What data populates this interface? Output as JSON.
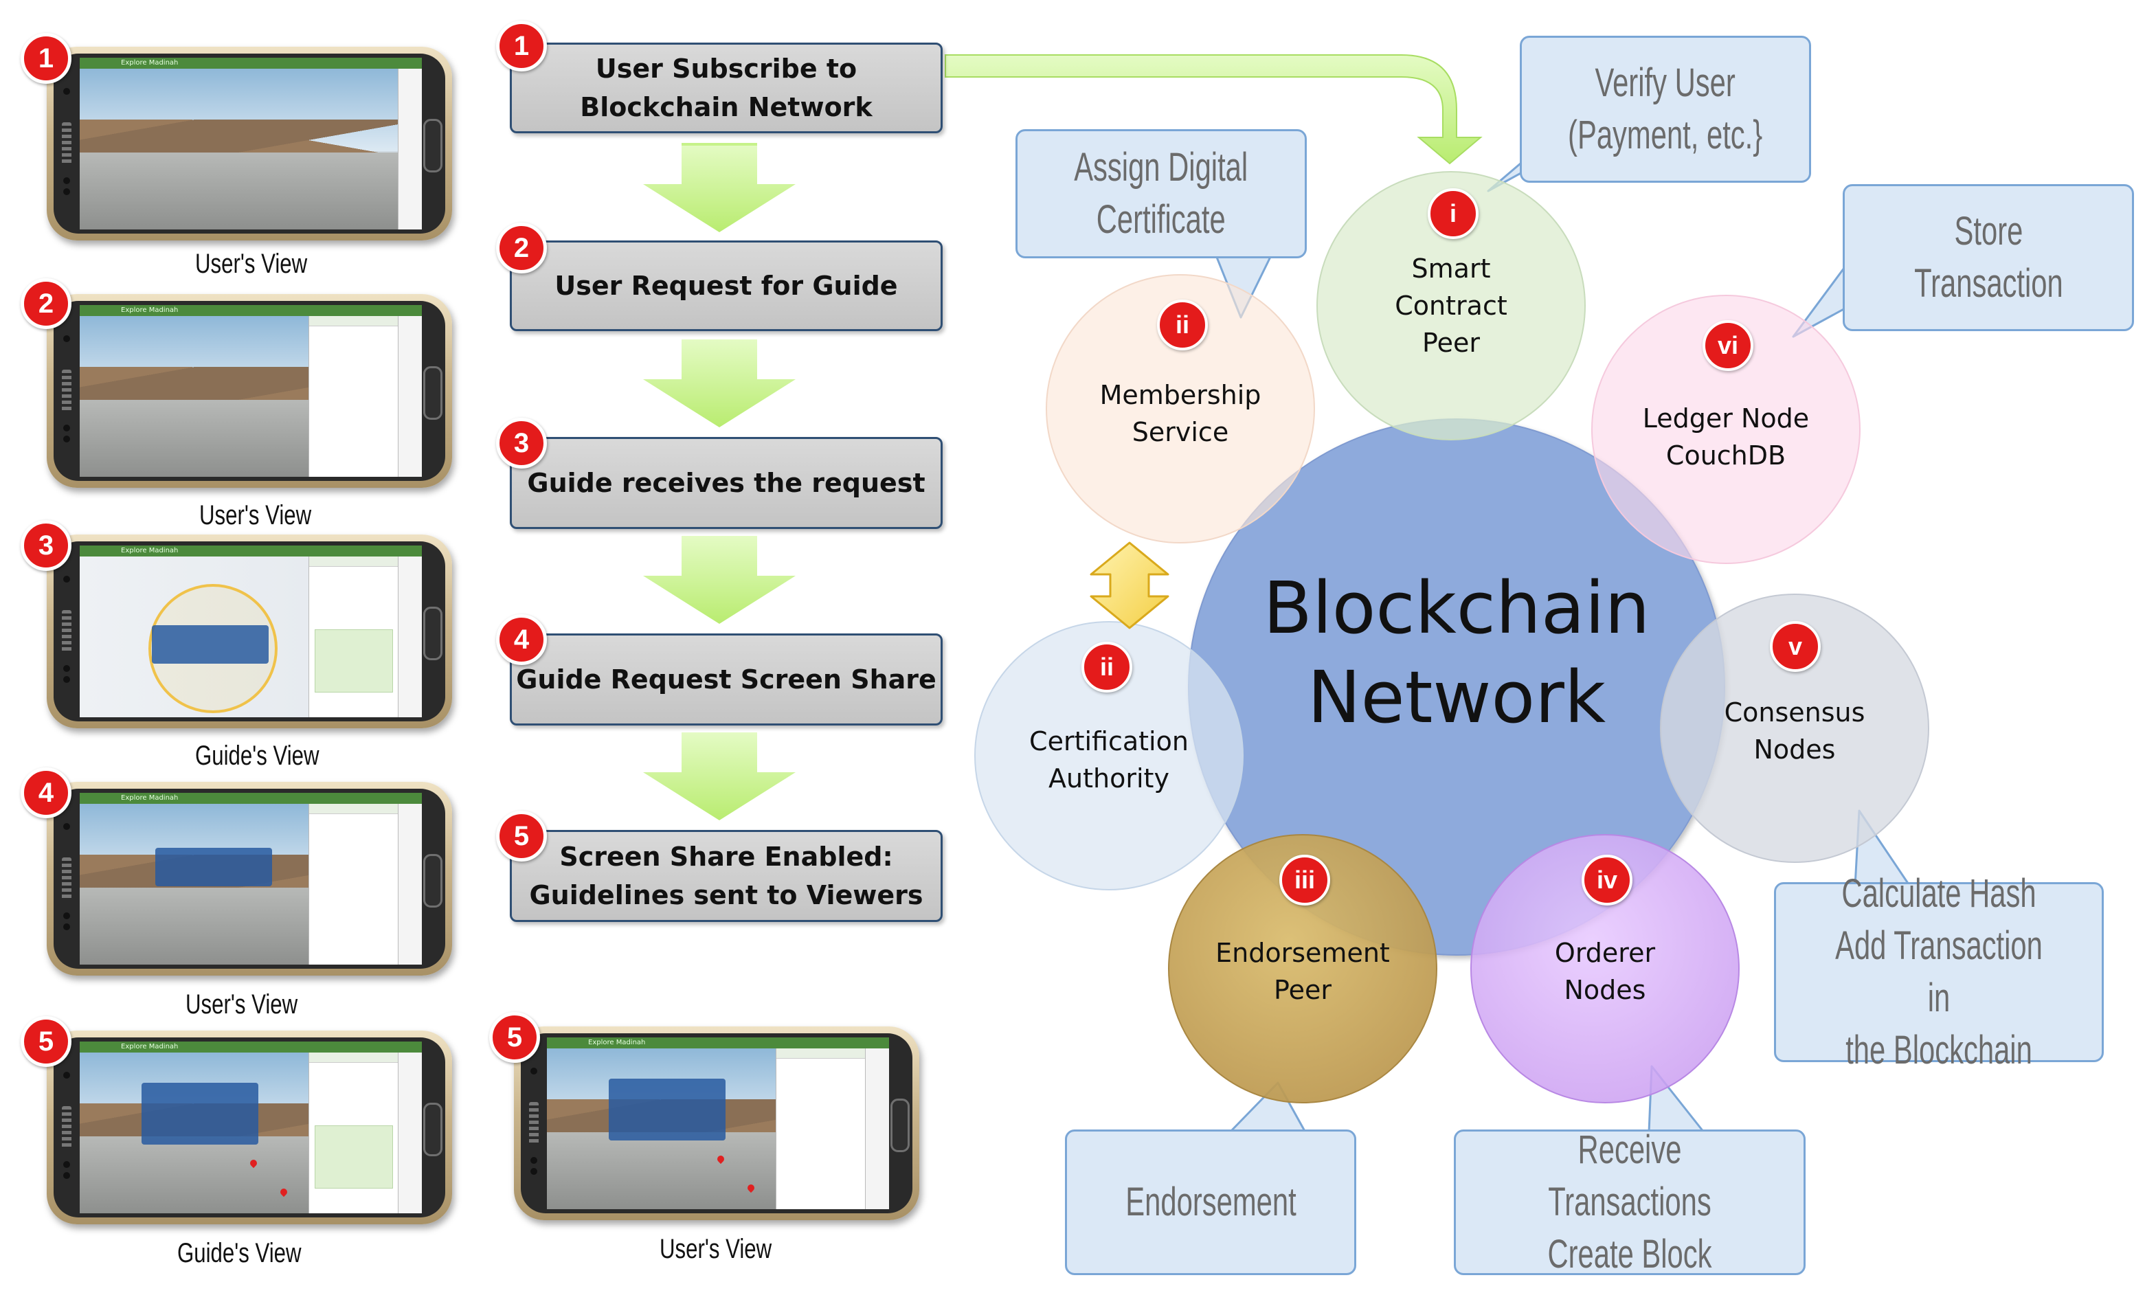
{
  "colors": {
    "badge_red": "#e41b1b",
    "step_box_border": "#2f4f74",
    "arrow_green": "#c6f28a",
    "callout_fill": "#dbe8f6",
    "callout_border": "#7aa6d6",
    "blockchain_fill": "#8eaadc"
  },
  "phones": [
    {
      "badge": "1",
      "caption": "User's View",
      "app_title": "Explore Madinah"
    },
    {
      "badge": "2",
      "caption": "User's View",
      "app_title": "Explore Madinah"
    },
    {
      "badge": "3",
      "caption": "Guide's View",
      "app_title": "Explore Madinah"
    },
    {
      "badge": "4",
      "caption": "User's View",
      "app_title": "Explore Madinah"
    },
    {
      "badge": "5",
      "caption": "Guide's View",
      "app_title": "Explore Madinah"
    },
    {
      "badge": "5",
      "caption": "User's View",
      "app_title": "Explore Madinah"
    }
  ],
  "steps": [
    {
      "badge": "1",
      "label": "User Subscribe to\nBlockchain Network"
    },
    {
      "badge": "2",
      "label": "User Request for Guide"
    },
    {
      "badge": "3",
      "label": "Guide receives the request"
    },
    {
      "badge": "4",
      "label": "Guide Request Screen Share"
    },
    {
      "badge": "5",
      "label": "Screen Share Enabled:\nGuidelines sent to Viewers"
    }
  ],
  "network": {
    "center": "Blockchain\nNetwork",
    "nodes": {
      "smart_contract": {
        "roman": "i",
        "label": "Smart\nContract\nPeer"
      },
      "membership": {
        "roman": "ii",
        "label": "Membership\nService"
      },
      "certification": {
        "roman": "ii",
        "label": "Certification\nAuthority"
      },
      "endorsement": {
        "roman": "iii",
        "label": "Endorsement\nPeer"
      },
      "orderer": {
        "roman": "iv",
        "label": "Orderer\nNodes"
      },
      "consensus": {
        "roman": "v",
        "label": "Consensus\nNodes"
      },
      "ledger": {
        "roman": "vi",
        "label": "Ledger Node\nCouchDB"
      }
    },
    "callouts": {
      "verify": "Verify User\n(Payment, etc.}",
      "assign": "Assign Digital\nCertificate",
      "store": "Store\nTransaction",
      "hash": "Calculate Hash\nAdd Transaction in\nthe Blockchain",
      "endorse": "Endorsement",
      "receive": "Receive Transactions\nCreate Block"
    }
  }
}
